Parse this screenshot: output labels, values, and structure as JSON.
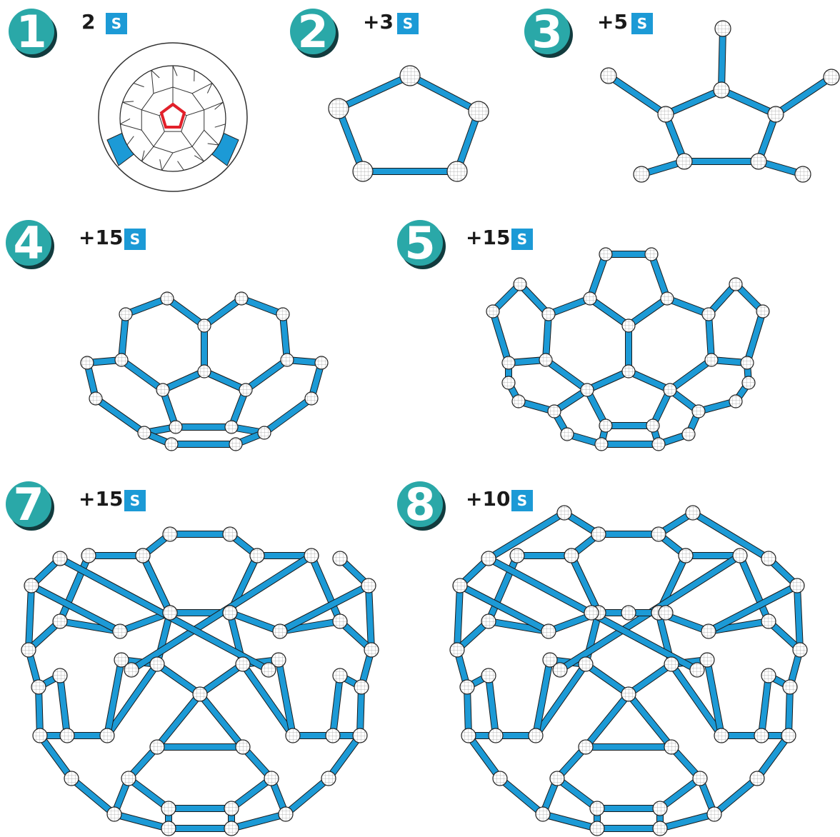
{
  "colors": {
    "bond": "#1c9ad6",
    "bond_edge": "#1a1a1a",
    "badge": "#1c9ad6",
    "circle_fill": "#2aa8a8",
    "circle_dark": "#123b3e",
    "atom_fill": "#ffffff",
    "highlight": "#e2202a"
  },
  "steps": [
    {
      "number": "1",
      "count": "2",
      "badge": "S"
    },
    {
      "number": "2",
      "count": "+3",
      "badge": "S"
    },
    {
      "number": "3",
      "count": "+5",
      "badge": "S"
    },
    {
      "number": "4",
      "count": "+15",
      "badge": "S"
    },
    {
      "number": "5",
      "count": "+15",
      "badge": "S"
    },
    {
      "number": "7",
      "count": "+15",
      "badge": "S"
    },
    {
      "number": "8",
      "count": "+10",
      "badge": "S"
    }
  ]
}
